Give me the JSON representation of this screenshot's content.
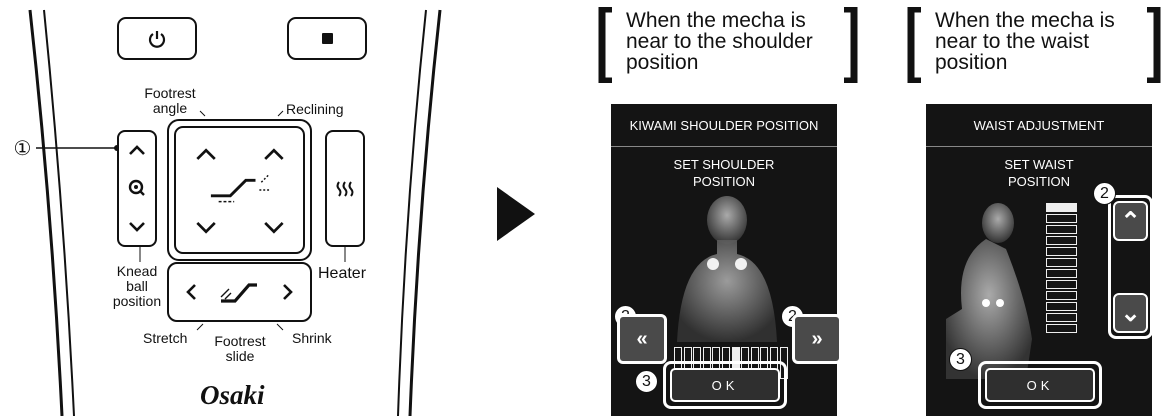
{
  "remote": {
    "brand": "Osaki",
    "label_footrest_angle": "Footrest\nangle",
    "label_reclining": "Reclining",
    "label_knead": "Knead\nball\nposition",
    "label_heater": "Heater",
    "label_stretch": "Stretch",
    "label_footrest_slide": "Footrest\nslide",
    "label_shrink": "Shrink",
    "callout_1": "①"
  },
  "shoulder_panel": {
    "heading": "When the mecha is\nnear to the shoulder\nposition",
    "title": "KIWAMI SHOULDER POSITION",
    "subtitle": "SET SHOULDER\nPOSITION",
    "ok_label": "OK",
    "callout_2": "2",
    "callout_3": "3",
    "left_arrow": "«",
    "right_arrow": "»",
    "position_level": 7,
    "position_count": 12
  },
  "waist_panel": {
    "heading": "When the mecha is\nnear to the waist\nposition",
    "title": "WAIST ADJUSTMENT",
    "subtitle": "SET WAIST\nPOSITION",
    "ok_label": "OK",
    "callout_2": "2",
    "callout_3": "3",
    "up_arrow": "⌃",
    "down_arrow": "⌄",
    "position_level": 1,
    "position_count": 12
  }
}
